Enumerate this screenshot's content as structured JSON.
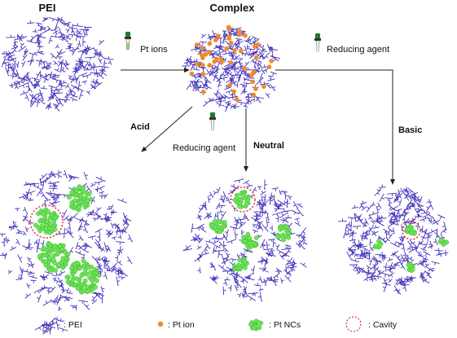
{
  "titles": {
    "pei": "PEI",
    "complex": "Complex"
  },
  "steps": {
    "pt_ions": "Pt ions",
    "reducing_agent_top": "Reducing agent",
    "reducing_agent_mid": "Reducing agent"
  },
  "conditions": {
    "acid": "Acid",
    "neutral": "Neutral",
    "basic": "Basic"
  },
  "legend": {
    "pei": ": PEI",
    "pt_ion": ": Pt ion",
    "pt_ncs": ": Pt NCs",
    "cavity": ": Cavity"
  },
  "colors": {
    "polymer": "#3d33b8",
    "polymer_tips": "#b04cc8",
    "pt_ion": "#f08a2a",
    "pt_nc_fill": "#6fe25a",
    "pt_nc_stroke": "#37b82a",
    "cavity": "#e0303a",
    "arrow": "#222222",
    "dropper_green": "#2e9a3a"
  },
  "icons": [
    "dropper-icon",
    "polymer-network-icon",
    "pt-ion-dot-icon",
    "pt-nanocluster-icon",
    "cavity-ring-icon"
  ]
}
